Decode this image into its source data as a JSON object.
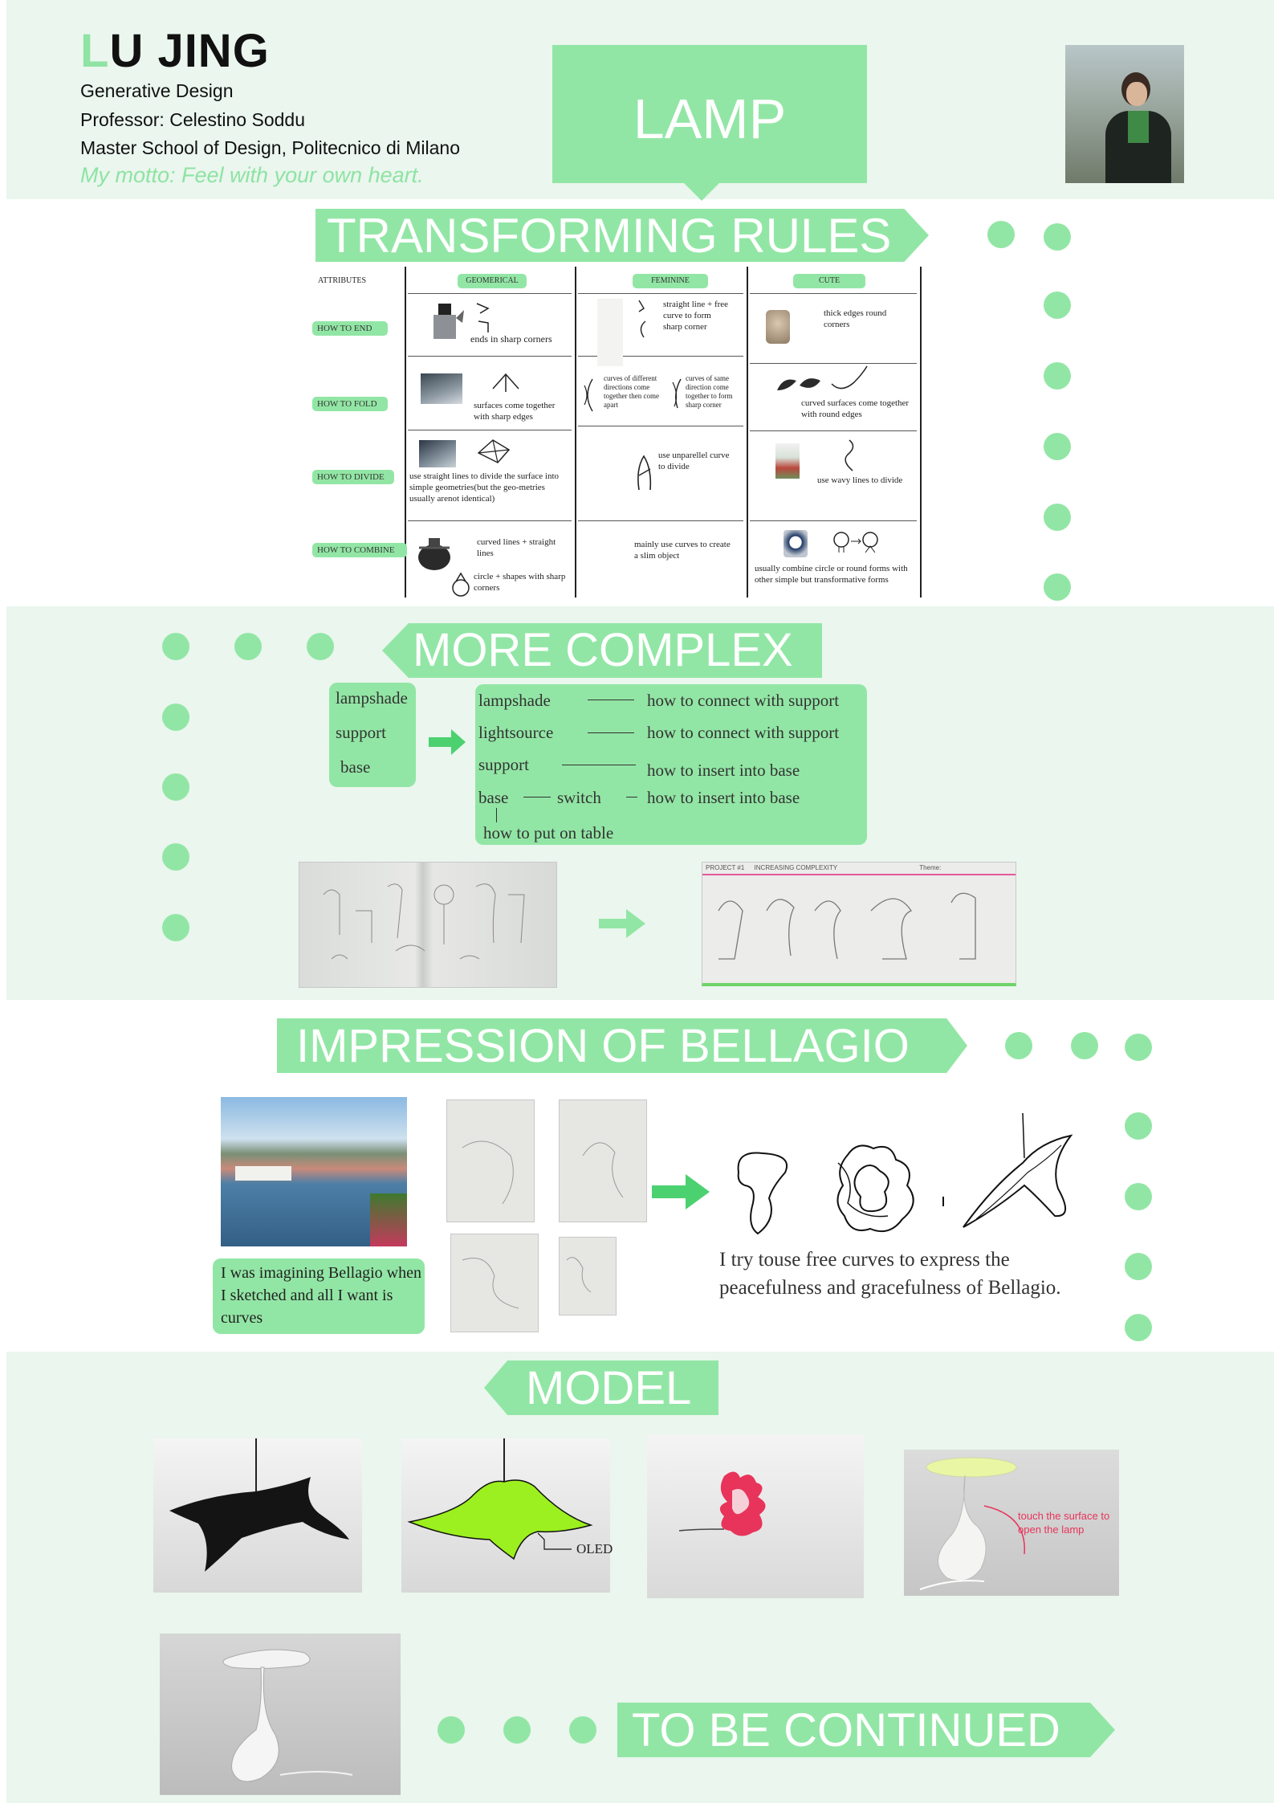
{
  "header": {
    "name_first": "L",
    "name_rest": "U JING",
    "course": "Generative Design",
    "professor": "Professor: Celestino Soddu",
    "school": "Master School of Design, Politecnico di Milano",
    "motto": "My motto: Feel with your own heart.",
    "project": "LAMP"
  },
  "rules": {
    "title": "TRANSFORMING RULES",
    "col_attr": "ATTRIBUTES",
    "col_geo": "GEOMERICAL",
    "col_fem": "FEMININE",
    "col_cute": "CUTE",
    "row_end": "HOW TO END",
    "row_fold": "HOW TO FOLD",
    "row_divide": "HOW TO DIVIDE",
    "row_combine": "HOW TO COMBINE",
    "geo_end": "ends in sharp corners",
    "geo_fold": "surfaces come together with sharp edges",
    "geo_divide": "use straight lines to divide the surface into simple geometries(but the geo-metries usually arenot identical)",
    "geo_combine_1": "curved lines + straight lines",
    "geo_combine_2": "circle + shapes with sharp corners",
    "fem_end": "straight line + free curve to form sharp corner",
    "fem_fold_1": "curves of different directions come together then come apart",
    "fem_fold_2": "curves of same direction come together to form sharp corner",
    "fem_divide": "use unparellel curve to divide",
    "fem_combine": "mainly use curves to create a slim object",
    "cute_end": "thick edges round corners",
    "cute_fold": "curved surfaces come together with round edges",
    "cute_divide": "use wavy lines to divide",
    "cute_combine": "usually combine circle or round forms with other simple but transformative forms"
  },
  "complex": {
    "title": "MORE COMPLEX",
    "left_1": "lampshade",
    "left_2": "support",
    "left_3": "base",
    "r1a": "lampshade",
    "r1b": "how to connect with support",
    "r2a": "lightsource",
    "r2b": "how to connect with support",
    "r3a": "support",
    "r3b": "how to insert into base",
    "r4a": "base",
    "r4s": "switch",
    "r4b": "how to insert into base",
    "r5": "how to put on table",
    "sheet_header_1": "PROJECT #1",
    "sheet_header_2": "INCREASING COMPLEXITY",
    "sheet_header_3": "Theme:"
  },
  "bellagio": {
    "title": "IMPRESSION OF BELLAGIO",
    "caption": "I was imagining Bellagio when I sketched and all I want is curves",
    "statement_1": "I try touse free curves to express the",
    "statement_2": "peacefulness and gracefulness of Bellagio."
  },
  "model": {
    "title": "MODEL",
    "oled": "OLED",
    "touch": "touch the surface to open the lamp",
    "continued": "TO BE CONTINUED"
  },
  "colors": {
    "accent": "#92e6a5",
    "band": "#eaf6ee",
    "lime": "#9cf01f",
    "pink": "#e8345a"
  }
}
